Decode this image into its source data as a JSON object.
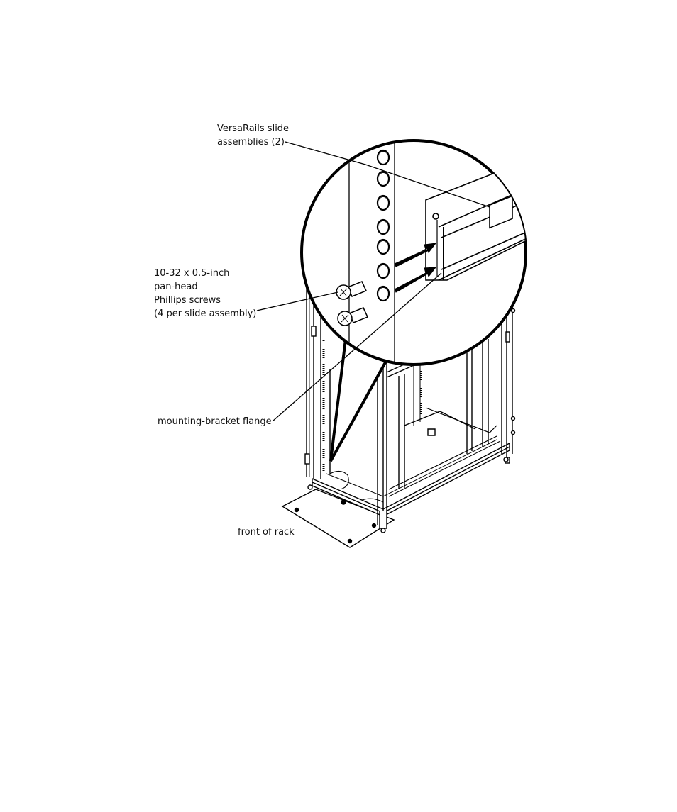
{
  "figure": {
    "callouts": {
      "slide_assemblies": [
        "VersaRails slide",
        "assemblies (2)"
      ],
      "screws": [
        "10-32 x 0.5-inch",
        "pan-head",
        "Phillips screws",
        "(4 per slide assembly)"
      ],
      "flange": [
        "mounting-bracket flange"
      ],
      "front": [
        "front of rack"
      ]
    },
    "colors": {
      "ink": "#000000",
      "paper": "#ffffff",
      "shade": "#e9e9e9"
    }
  }
}
